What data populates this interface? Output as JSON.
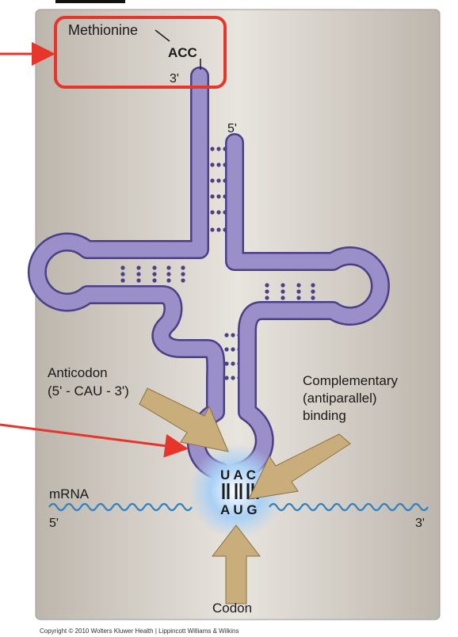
{
  "colors": {
    "panel": "#d7d2cb",
    "trna": "#9a8fc9",
    "trna_outline": "#4b3f86",
    "bond": "#4b3f86",
    "arrow_fill": "#c9ad7a",
    "arrow_stroke": "#8a6f43",
    "mrna": "#2d82c4",
    "highlight": "#e8352b",
    "glow": "#7fb6ef"
  },
  "labels": {
    "amino_acid": "Methionine",
    "acceptor_seq": "ACC",
    "trna_3prime": "3'",
    "trna_5prime": "5'",
    "anticodon_title": "Anticodon",
    "anticodon_seq": "(5' - CAU - 3')",
    "complementary_1": "Complementary",
    "complementary_2": "(antiparallel)",
    "complementary_3": "binding",
    "mrna": "mRNA",
    "mrna_5prime": "5'",
    "mrna_3prime": "3'",
    "anticodon_bases": "U A C",
    "codon_bases": "A U G",
    "codon": "Codon",
    "copyright": "Copyright © 2010 Wolters Kluwer Health | Lippincott Williams & Wilkins"
  }
}
